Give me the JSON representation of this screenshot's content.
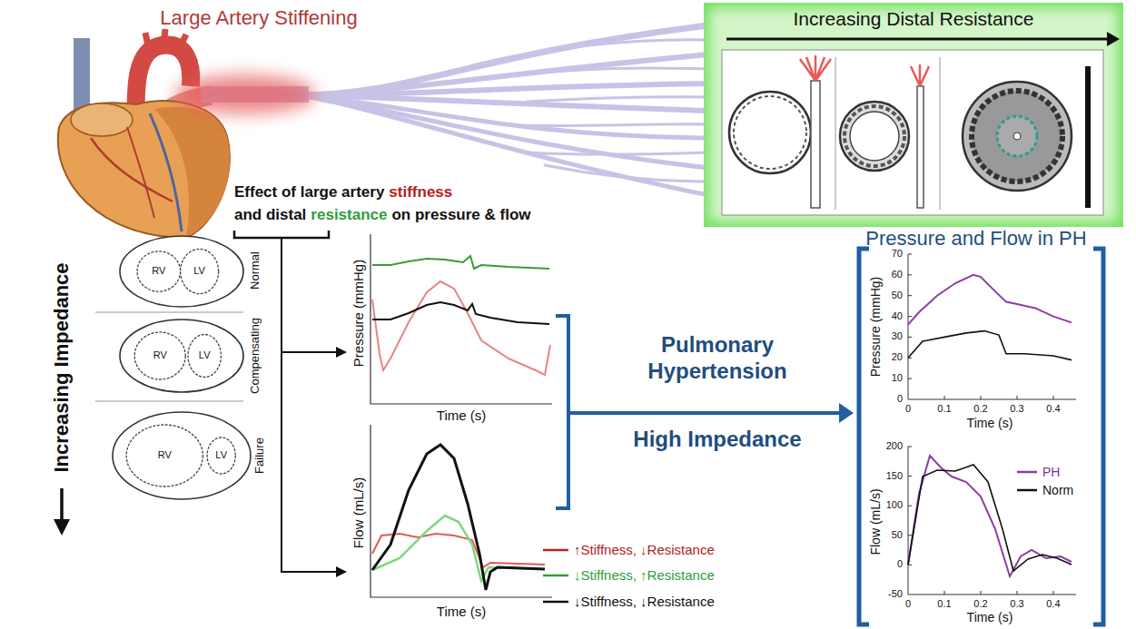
{
  "diagram": {
    "nodes": [
      {
        "text": [
          "Increasing Distal Resistance"
        ]
      },
      {
        "text": [
          "RV",
          "LV"
        ]
      },
      {
        "text": [
          "RV",
          "LV"
        ]
      },
      {
        "text": [
          "RV",
          "LV"
        ]
      }
    ],
    "labels": [
      "Large Artery Stiffening",
      "Effect of large artery",
      "stiffness",
      "and distal",
      "resistance",
      "on pressure & flow",
      "Pressure and Flow in PH",
      "Increasing Impedance",
      "Normal",
      "Compensating",
      "Failure",
      "Pressure (mmHg)",
      "Time (s)",
      "Flow (mL/s)",
      "Time (s)",
      "Pulmonary Hypertension",
      "High Impedance",
      "Pressure (mmHg)",
      "0",
      "10",
      "20",
      "30",
      "40",
      "50",
      "60",
      "70",
      "Time (s)",
      "0",
      "0.1",
      "0.2",
      "0.3",
      "0.4",
      "Flow (mL/s)",
      "-50",
      "0",
      "50",
      "100",
      "150",
      "200",
      "Time (s)",
      "0",
      "0.1",
      "0.2",
      "0.3",
      "0.4"
    ],
    "legend": [
      {
        "text": "↑Stiffness, ↓Resistance"
      },
      {
        "text": "↓Stiffness, ↑Resistance"
      },
      {
        "text": "↓Stiffness, ↓Resistance"
      },
      {
        "text": "PH"
      },
      {
        "text": "Norm"
      }
    ]
  }
}
